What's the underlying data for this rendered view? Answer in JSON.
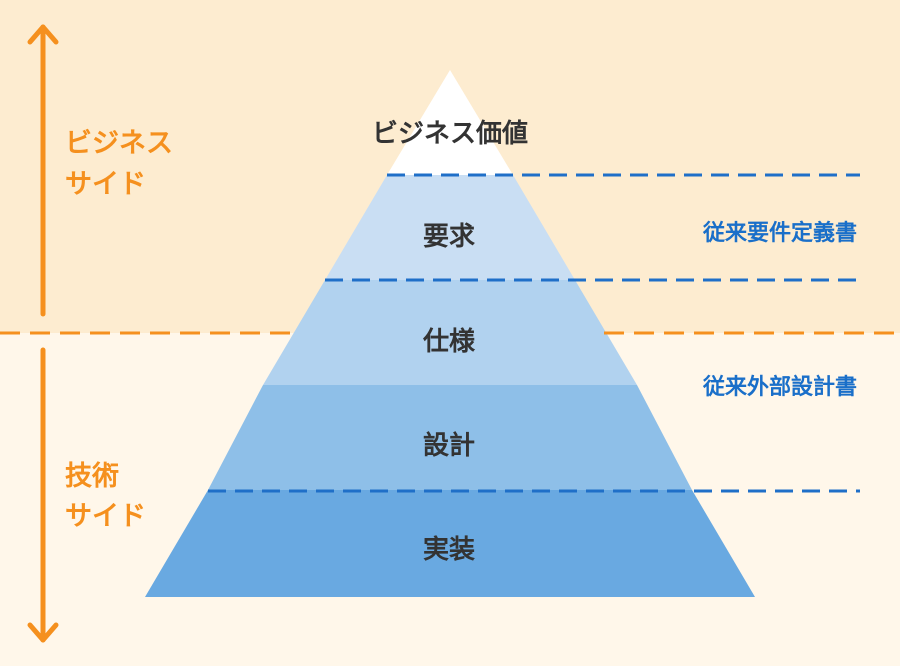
{
  "sides": {
    "business_line1": "ビジネス",
    "business_line2": "サイド",
    "tech_line1": "技術",
    "tech_line2": "サイド"
  },
  "pyramid": {
    "levels": [
      {
        "label": "ビジネス価値"
      },
      {
        "label": "要求"
      },
      {
        "label": "仕様"
      },
      {
        "label": "設計"
      },
      {
        "label": "実装"
      }
    ]
  },
  "documents": {
    "requirements_doc": "従来要件定義書",
    "external_design_doc": "従来外部設計書"
  },
  "colors": {
    "business_bg": "#fdecd0",
    "tech_bg": "#fff7ea",
    "orange": "#f5901e",
    "blue_text": "#1a6fc9",
    "dash_blue": "#1f6fc8",
    "tier_top": "#ffffff",
    "tier_2": "#c9def3",
    "tier_3": "#b1d2ef",
    "tier_4": "#8ebfe8",
    "tier_5": "#69a9e1",
    "label_text": "#333333"
  }
}
